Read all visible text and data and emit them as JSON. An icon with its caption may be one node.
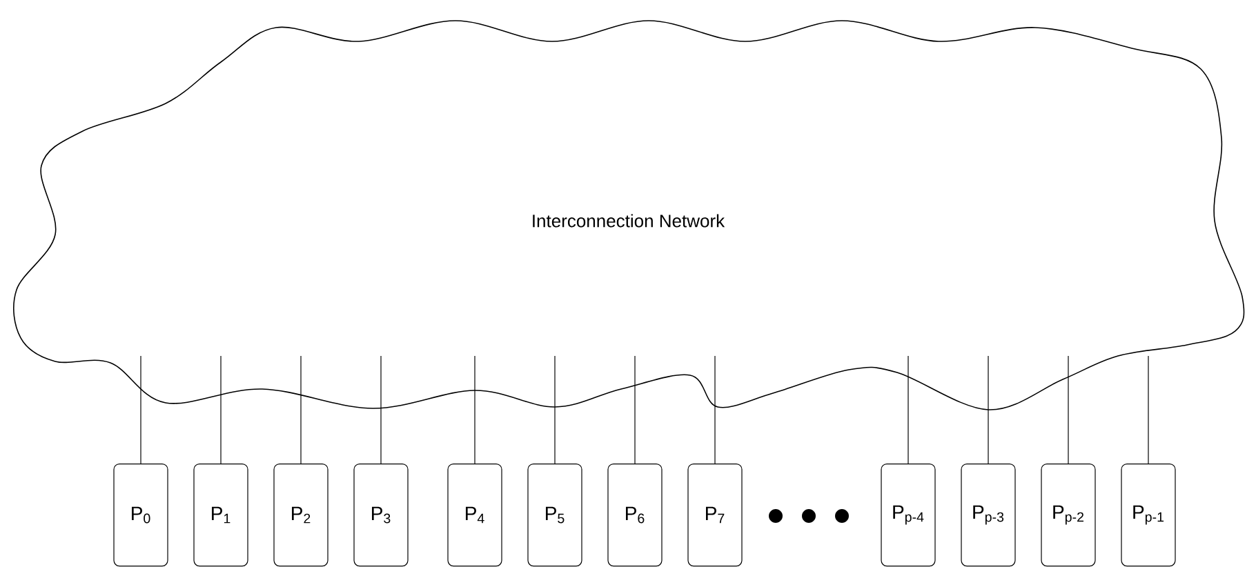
{
  "diagram": {
    "nodes": [
      {
        "text": [
          "Interconnection Network"
        ]
      },
      {
        "text": [
          "P$_{0}$"
        ]
      },
      {
        "text": [
          "P$_{1}$"
        ]
      },
      {
        "text": [
          "P$_{2}$"
        ]
      },
      {
        "text": [
          "P$_{3}$"
        ]
      },
      {
        "text": [
          "P$_{4}$"
        ]
      },
      {
        "text": [
          "P$_{5}$"
        ]
      },
      {
        "text": [
          "P$_{6}$"
        ]
      },
      {
        "text": [
          "P$_{7}$"
        ]
      },
      {
        "text": [
          "P$_{p-4}$"
        ]
      },
      {
        "text": [
          "P$_{p-3}$"
        ]
      },
      {
        "text": [
          "P$_{p-2}$"
        ]
      },
      {
        "text": [
          "P$_{p-1}$"
        ]
      }
    ],
    "edges": [
      {
        "from": 0,
        "to": 1,
        "arrow": "none"
      },
      {
        "from": 0,
        "to": 2,
        "arrow": "none"
      },
      {
        "from": 0,
        "to": 3,
        "arrow": "none"
      },
      {
        "from": 0,
        "to": 4,
        "arrow": "none"
      },
      {
        "from": 0,
        "to": 5,
        "arrow": "none"
      },
      {
        "from": 0,
        "to": 6,
        "arrow": "none"
      },
      {
        "from": 0,
        "to": 7,
        "arrow": "none"
      },
      {
        "from": 0,
        "to": 8,
        "arrow": "none"
      },
      {
        "from": 0,
        "to": 9,
        "arrow": "none"
      },
      {
        "from": 0,
        "to": 10,
        "arrow": "none"
      },
      {
        "from": 0,
        "to": 11,
        "arrow": "none"
      },
      {
        "from": 0,
        "to": 12,
        "arrow": "none"
      }
    ]
  }
}
